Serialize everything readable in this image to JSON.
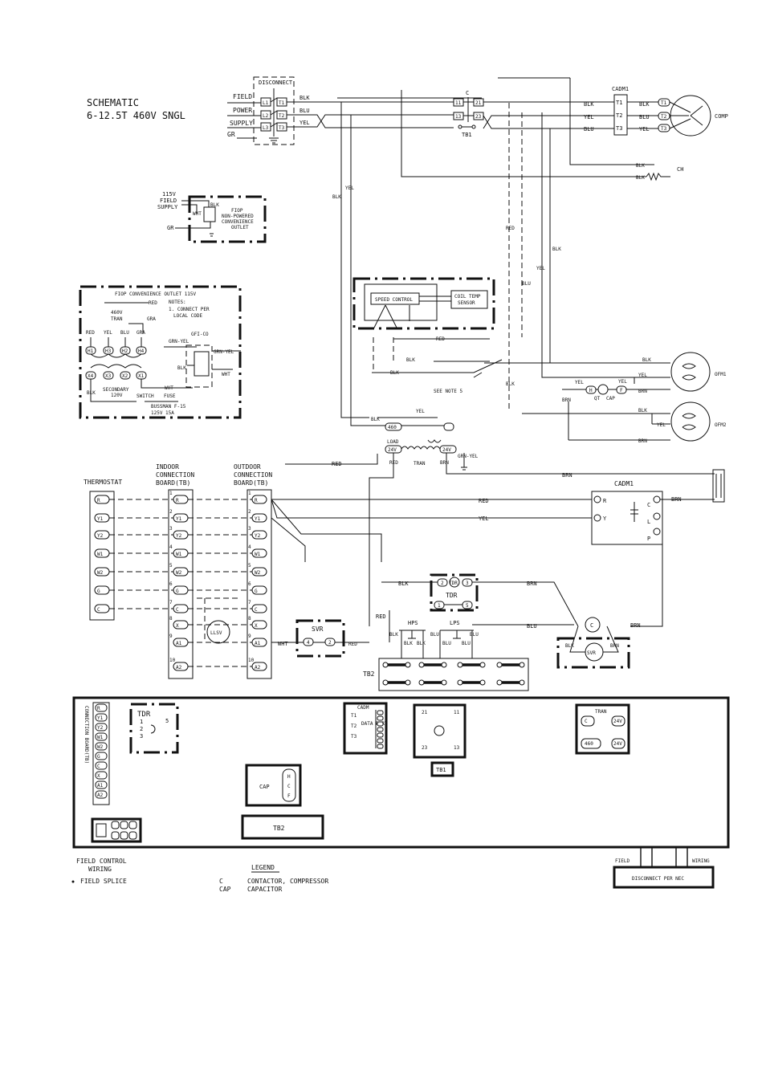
{
  "title": {
    "line1": "SCHEMATIC",
    "line2": "6-12.5T 460V SNGL"
  },
  "power": {
    "field": "FIELD",
    "power": "POWER",
    "supply": "SUPPLY",
    "gr": "GR",
    "disconnect": "DISCONNECT",
    "l1": "L1",
    "l2": "L2",
    "l3": "L3",
    "t1": "T1",
    "t2": "T2",
    "t3": "T3"
  },
  "colors": {
    "blk": "BLK",
    "blu": "BLU",
    "yel": "YEL",
    "red": "RED",
    "brn": "BRN",
    "wht": "WHT",
    "gra": "GRA",
    "grn_yel": "GRN-YEL"
  },
  "contactor": {
    "c": "C",
    "p11": "11",
    "p21": "21",
    "p13": "13",
    "p23": "23",
    "tb1": "TB1"
  },
  "cadm_top": {
    "label": "CADM1",
    "t1": "T1",
    "t2": "T2",
    "t3": "T3"
  },
  "comp": {
    "label": "COMP",
    "t1": "T1",
    "t2": "T2",
    "t3": "T3"
  },
  "ch": {
    "label": "CH"
  },
  "conv_small": {
    "v115": "115V",
    "field": "FIELD",
    "supply": "SUPPLY",
    "gr": "GR",
    "label1": "FIOP",
    "label2": "NON-POWERED",
    "label3": "CONVENIENCE",
    "label4": "OUTLET"
  },
  "conv_big": {
    "title": "FIOP CONVENIENCE OUTLET 115V",
    "notes": "NOTES:",
    "note1a": "1. CONNECT PER",
    "note1b": "LOCAL CODE",
    "v460": "460V",
    "tran": "TRAN",
    "h1": "H1",
    "h3": "H3",
    "h2": "H2",
    "h4": "H4",
    "x4": "X4",
    "x3": "X3",
    "x2": "X2",
    "x1": "X1",
    "secondary": "SECONDARY",
    "v120": "120V",
    "switch": "SWITCH",
    "fuse": "FUSE",
    "gfi": "GFI-CO",
    "bussman": "BUSSMAN F-15",
    "bussman2": "125V 15A"
  },
  "speed": {
    "control": "SPEED CONTROL",
    "sensor1": "COIL TEMP",
    "sensor2": "SENSOR"
  },
  "note5": "SEE NOTE 5",
  "fans": {
    "ofm1": "OFM1",
    "ofm2": "OFM2",
    "h": "H",
    "qt": "QT",
    "f": "F",
    "cap": "CAP"
  },
  "tran_mid": {
    "load": "LOAD",
    "v460": "460",
    "v24": "24V",
    "tran": "TRAN",
    "grnyel": "GRN-YEL"
  },
  "thermostat": {
    "label": "THERMOSTAT",
    "terms": [
      "R",
      "Y1",
      "Y2",
      "W1",
      "W2",
      "G",
      "C"
    ]
  },
  "indoor": {
    "label1": "INDOOR",
    "label2": "CONNECTION",
    "label3": "BOARD(TB)",
    "terms": [
      "R",
      "Y1",
      "Y2",
      "W1",
      "W2",
      "G",
      "C",
      "X",
      "A1",
      "A2"
    ],
    "nums": [
      "1",
      "2",
      "3",
      "4",
      "5",
      "6",
      "7",
      "8",
      "9",
      "10"
    ]
  },
  "outdoor": {
    "label1": "OUTDOOR",
    "label2": "CONNECTION",
    "label3": "BOARD(TB)",
    "terms": [
      "R",
      "Y1",
      "Y2",
      "W1",
      "W2",
      "G",
      "C",
      "X",
      "A1",
      "A2"
    ],
    "nums": [
      "1",
      "2",
      "3",
      "4",
      "5",
      "6",
      "7",
      "8",
      "9",
      "10"
    ]
  },
  "llsv": "LLSV",
  "svr": {
    "label": "SVR",
    "p4": "4",
    "p2": "2"
  },
  "cadm_mid": {
    "label": "CADM1",
    "r": "R",
    "y": "Y",
    "c": "C",
    "l": "L",
    "p": "P"
  },
  "tdr": {
    "label": "TDR",
    "p2": "2",
    "p3": "3",
    "p1": "1",
    "p5": "5"
  },
  "hps": "HPS",
  "lps": "LPS",
  "tb2": "TB2",
  "comp_c": "C",
  "layout": {
    "tb_strip": [
      "R",
      "Y1",
      "Y2",
      "W1",
      "W2",
      "G",
      "C",
      "X",
      "A1",
      "A2"
    ],
    "tb_vertical": "CONNECTION BOARD(TB)",
    "tdr_label": "TDR",
    "tdr_nums": [
      "1",
      "2",
      "3"
    ],
    "tdr_5": "5",
    "cadm_label": "CADM",
    "cadm_terms": [
      "T1",
      "T2",
      "T3"
    ],
    "data_port": "DATA PORT",
    "tb1": "TB1",
    "tb1_t": [
      "21",
      "11",
      "23",
      "13"
    ],
    "tran_label": "TRAN",
    "tran_terms": [
      "C",
      "24V",
      "460",
      "24V"
    ],
    "cap_label": "CAP",
    "cap_terms": [
      "H",
      "C",
      "F"
    ],
    "tb2": "TB2",
    "field": "FIELD",
    "wiring": "WIRING",
    "disconnect": "DISCONNECT PER NEC"
  },
  "legend": {
    "field_ctrl": "FIELD CONTROL",
    "wiring": "WIRING",
    "field_splice": "FIELD SPLICE",
    "title": "LEGEND",
    "c_key": "C",
    "c_val": "CONTACTOR, COMPRESSOR",
    "cap_key": "CAP",
    "cap_val": "CAPACITOR"
  }
}
